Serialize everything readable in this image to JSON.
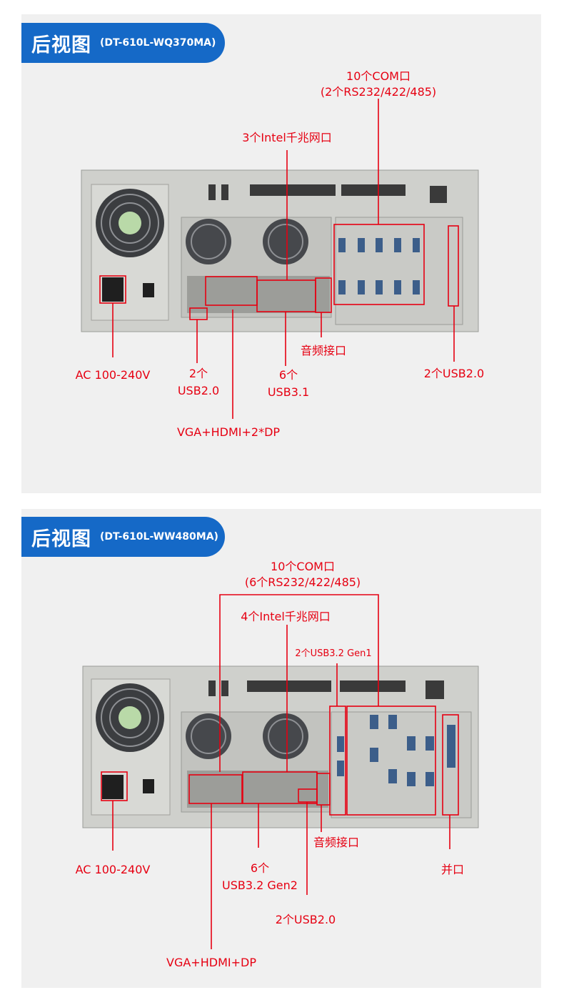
{
  "sections": [
    {
      "title": "后视图",
      "model": "(DT-610L-WQ370MA)",
      "labels": {
        "com_line1": "10个COM口",
        "com_line2": "(2个RS232/422/485)",
        "lan": "3个Intel千兆网口",
        "power": "AC 100-240V",
        "usb20_left_1": "2个",
        "usb20_left_2": "USB2.0",
        "usb31_1": "6个",
        "usb31_2": "USB3.1",
        "audio": "音频接口",
        "usb20_right": "2个USB2.0",
        "display": "VGA+HDMI+2*DP"
      }
    },
    {
      "title": "后视图",
      "model": "(DT-610L-WW480MA)",
      "labels": {
        "com_line1": "10个COM口",
        "com_line2": "(6个RS232/422/485)",
        "lan": "4个Intel千兆网口",
        "usb32gen1": "2个USB3.2 Gen1",
        "power": "AC 100-240V",
        "usb32gen2_1": "6个",
        "usb32gen2_2": "USB3.2 Gen2",
        "audio": "音频接口",
        "parallel": "并口",
        "usb20": "2个USB2.0",
        "display": "VGA+HDMI+DP"
      }
    }
  ],
  "colors": {
    "banner": "#1569c7",
    "callout": "#e60012",
    "panel": "#f0f0f0"
  }
}
